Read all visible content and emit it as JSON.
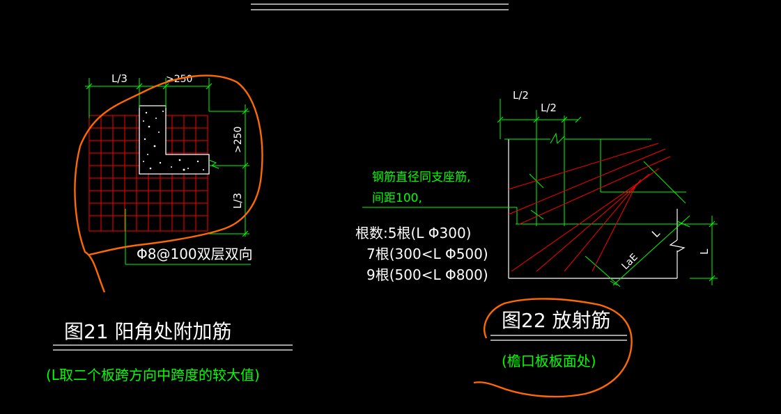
{
  "drawing": {
    "background_color": "#000000",
    "line_colors": {
      "rebar_grid": "#ff0000",
      "dimension": "#00ff00",
      "text_primary": "#ffffff",
      "markup": "#ff6a00"
    }
  },
  "figure21": {
    "dim_l3_top": "L/3",
    "dim_250_top": ">250",
    "dim_250_right": ">250",
    "dim_l3_right": "L/3",
    "rebar_spec": "Φ8@100双层双向",
    "caption": "图21  阳角处附加筋",
    "note": "(L取二个板跨方向中跨度的较大值)"
  },
  "figure22": {
    "dim_l2_a": "L/2",
    "dim_l2_b": "L/2",
    "label_l": "L",
    "label_lae": "LaE",
    "dim_l_right": "L",
    "note_line1": "钢筋直径同支座筋,",
    "note_line2": "间距100,",
    "count_line1": "根数:5根(L Φ300)",
    "count_line2": "7根(300<L Φ500)",
    "count_line3": "9根(500<L Φ800)",
    "caption": "图22  放射筋",
    "note": "(檐口板板面处)"
  }
}
